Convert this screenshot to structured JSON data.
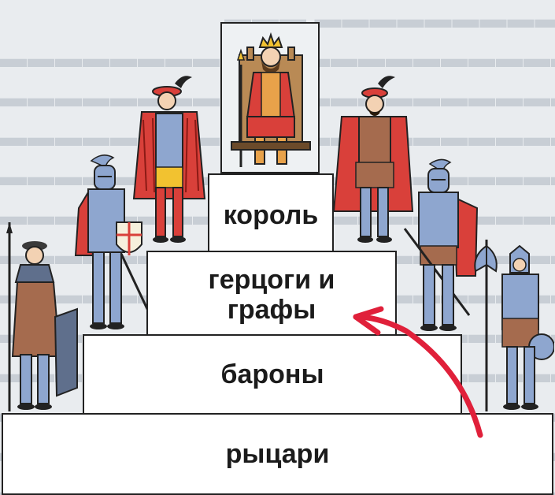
{
  "pyramid": {
    "levels": [
      {
        "label": "король"
      },
      {
        "label": "герцоги и графы"
      },
      {
        "label": "бароны"
      },
      {
        "label": "рыцари"
      }
    ]
  },
  "figures": [
    {
      "name": "king-on-throne-icon"
    },
    {
      "name": "duke-left-icon"
    },
    {
      "name": "count-right-icon"
    },
    {
      "name": "baron-left-knight-icon"
    },
    {
      "name": "baron-right-knight-icon"
    },
    {
      "name": "knight-left-spearman-icon"
    },
    {
      "name": "knight-right-axeman-icon"
    }
  ],
  "colors": {
    "arrow": "#e0203a",
    "tier_fill": "#ffffff",
    "tier_border": "#222222",
    "background": "#e9ecef",
    "cloak_red": "#d9403a",
    "armor_blue": "#8ea6cf",
    "tunic_brown": "#a56b4e"
  }
}
